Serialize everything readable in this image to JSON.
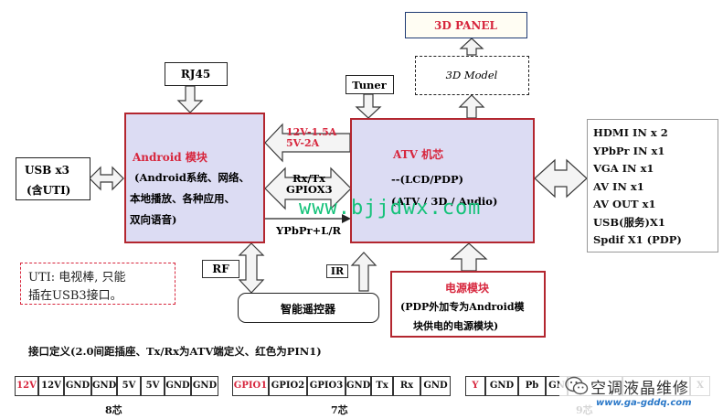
{
  "blocks": {
    "panel": "3D PANEL",
    "model": "3D Model",
    "rj45": "RJ45",
    "tuner": "Tuner",
    "usb": [
      "USB x3",
      "(含UTI)"
    ],
    "android": [
      "Android 模块",
      "(Android系统、网络、",
      "本地播放、各种应用、",
      "双向语音)"
    ],
    "atv": [
      "ATV 机芯",
      "--(LCD/PDP)",
      "(ATV / 3D / Audio)"
    ],
    "power": [
      "电源模块",
      "(PDP外加专为Android模",
      "块供电的电源模块)"
    ],
    "remote": "智能遥控器",
    "rf": "RF",
    "ir": "IR"
  },
  "link_labels": {
    "power": [
      "12V-1.5A",
      "5V-2A"
    ],
    "serial": [
      "Rx/Tx",
      "GPIOX3"
    ],
    "ypbpr": "YPbPr+L/R"
  },
  "io_list": [
    "HDMI IN x 2",
    "YPbPr IN x1",
    "VGA IN x1",
    "AV IN x1",
    "AV OUT x1",
    "USB(服务)X1",
    "Spdif X1 (PDP)"
  ],
  "uti_note": [
    "UTI: 电视棒, 只能",
    "插在USB3接口。"
  ],
  "watermark": "www.bjjdwx.com",
  "connector_title": "接口定义(2.0间距插座、Tx/Rx为ATV端定义、红色为PIN1)",
  "connectors": [
    {
      "pins": [
        "12V",
        "12V",
        "GND",
        "GND",
        "5V",
        "5V",
        "GND",
        "GND"
      ],
      "caption": "8芯"
    },
    {
      "pins": [
        "GPIO1",
        "GPIO2",
        "GPIO3",
        "GND",
        "Tx",
        "Rx",
        "GND"
      ],
      "caption": "7芯"
    },
    {
      "pins": [
        "Y",
        "GND",
        "Pb",
        "GN",
        "",
        "",
        "X"
      ],
      "caption": "9芯"
    }
  ],
  "brand": {
    "name": "空调液晶维修",
    "url": "www.ga-gddq.com"
  },
  "colors": {
    "red_frame": "#b3262f",
    "module_fill": "#dcdcf3",
    "label_red": "#d7263d",
    "panel_border": "#1f3b73",
    "arrow_grey": "#f2f2f2"
  }
}
